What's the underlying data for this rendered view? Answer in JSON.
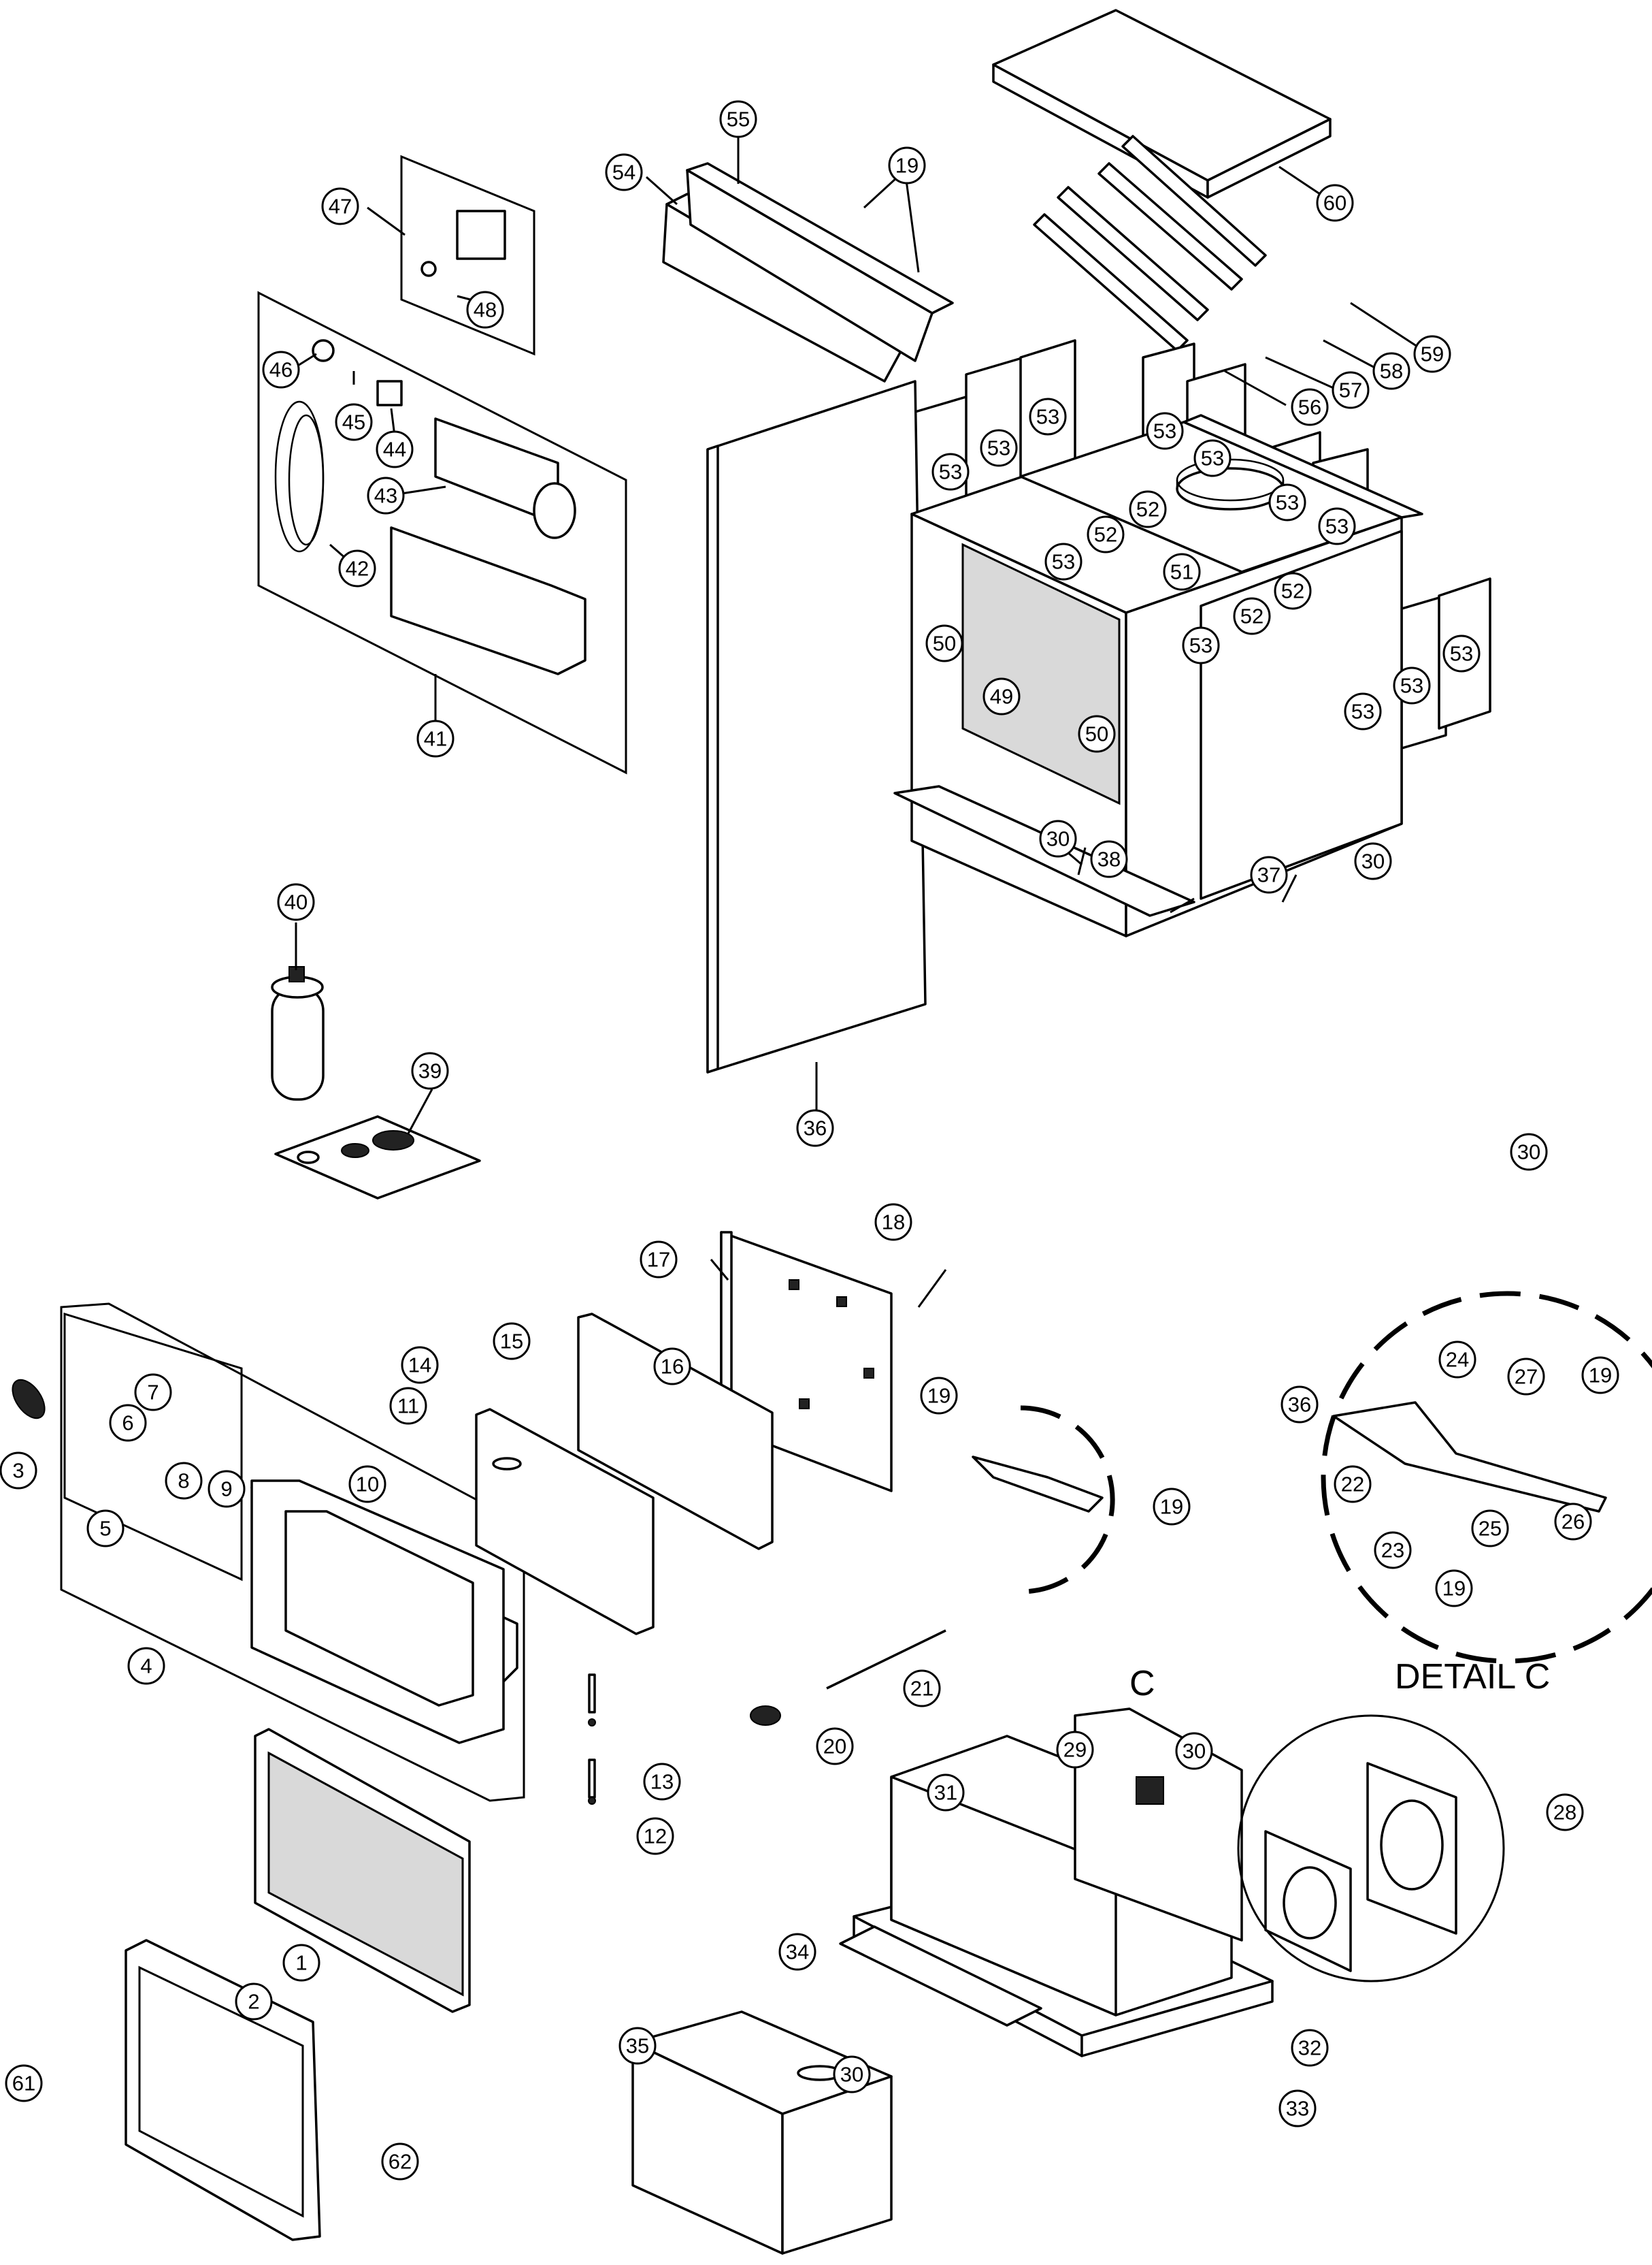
{
  "diagram": {
    "detail_title": "DETAIL C",
    "detail_marker": "C",
    "callouts": {
      "c1": "1",
      "c2": "2",
      "c3": "3",
      "c4": "4",
      "c5": "5",
      "c6": "6",
      "c7": "7",
      "c8": "8",
      "c9": "9",
      "c10": "10",
      "c11": "11",
      "c12": "12",
      "c13": "13",
      "c14": "14",
      "c15": "15",
      "c16": "16",
      "c17": "17",
      "c18": "18",
      "c19": "19",
      "c20": "20",
      "c21": "21",
      "c22": "22",
      "c23": "23",
      "c24": "24",
      "c25": "25",
      "c26": "26",
      "c27": "27",
      "c28": "28",
      "c29": "29",
      "c30": "30",
      "c31": "31",
      "c32": "32",
      "c33": "33",
      "c34": "34",
      "c35": "35",
      "c36": "36",
      "c37": "37",
      "c38": "38",
      "c39": "39",
      "c40": "40",
      "c41": "41",
      "c42": "42",
      "c43": "43",
      "c44": "44",
      "c45": "45",
      "c46": "46",
      "c47": "47",
      "c48": "48",
      "c49": "49",
      "c50": "50",
      "c51": "51",
      "c52": "52",
      "c53": "53",
      "c54": "54",
      "c55": "55",
      "c56": "56",
      "c57": "57",
      "c58": "58",
      "c59": "59",
      "c60": "60",
      "c61": "61",
      "c62": "62"
    }
  }
}
